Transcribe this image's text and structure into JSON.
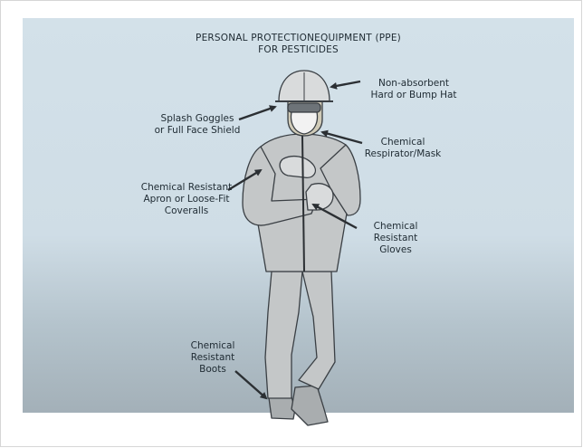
{
  "diagram": {
    "title_line1": "PERSONAL PROTECTIONEQUIPMENT (PPE)",
    "title_line2": "FOR PESTICIDES",
    "labels": {
      "hat": [
        "Non-absorbent",
        "Hard or Bump Hat"
      ],
      "goggles": [
        "Splash Goggles",
        "or Full Face Shield"
      ],
      "respirator": [
        "Chemical",
        "Respirator/Mask"
      ],
      "apron": [
        "Chemical Resistant",
        "Apron or Loose-Fit",
        "Coveralls"
      ],
      "gloves": [
        "Chemical",
        "Resistant",
        "Gloves"
      ],
      "boots": [
        "Chemical",
        "Resistant",
        "Boots"
      ]
    }
  },
  "colors": {
    "background_top": "#d3e1e9",
    "background_bottom": "#a3b0b8",
    "suit_fill": "#c4c7c8",
    "outline": "#3a3f44",
    "text": "#1e2a32"
  }
}
